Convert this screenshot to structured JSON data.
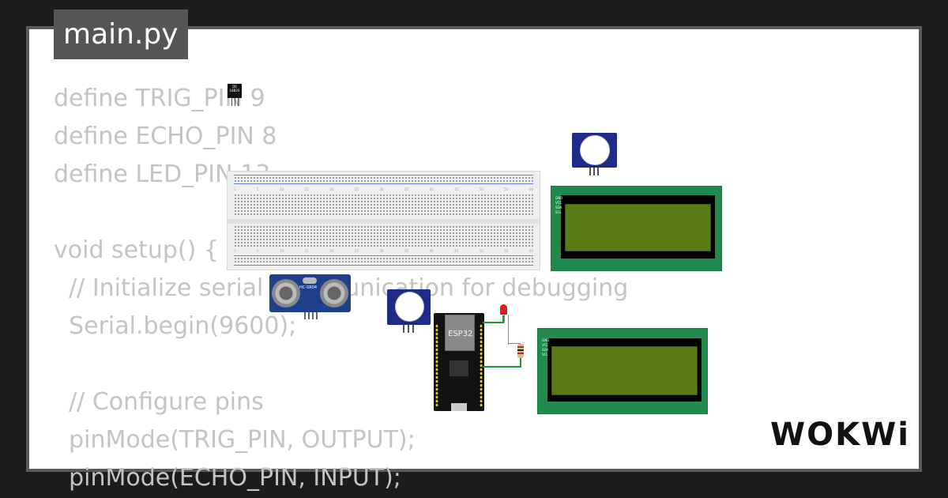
{
  "file_tab": {
    "label": "main.py"
  },
  "code_lines": [
    "define TRIG_PIN 9",
    "define ECHO_PIN 8",
    "define LED_PIN 13",
    "",
    "void setup() {",
    "  // Initialize serial communication for debugging",
    "  Serial.begin(9600);",
    "",
    "  // Configure pins",
    "  pinMode(TRIG_PIN, OUTPUT);",
    "  pinMode(ECHO_PIN, INPUT);"
  ],
  "logo": {
    "text": "WOKWi"
  },
  "components": {
    "ds18b20": {
      "label": "DS\n18B20"
    },
    "ultrasonic": {
      "label": "HC-SR04"
    },
    "esp32": {
      "label": "ESP32"
    },
    "lcd_pins": [
      "GND",
      "VCC",
      "SDA",
      "SCL"
    ]
  },
  "colors": {
    "background": "#1c1c1c",
    "card": "#ffffff",
    "code_text": "#c4c4c4",
    "tab_bg": "#555555",
    "lcd_board": "#1f8a4c",
    "lcd_glass": "#5a7a15",
    "pir_board": "#1f2b8a",
    "led": "#e21b1b"
  }
}
